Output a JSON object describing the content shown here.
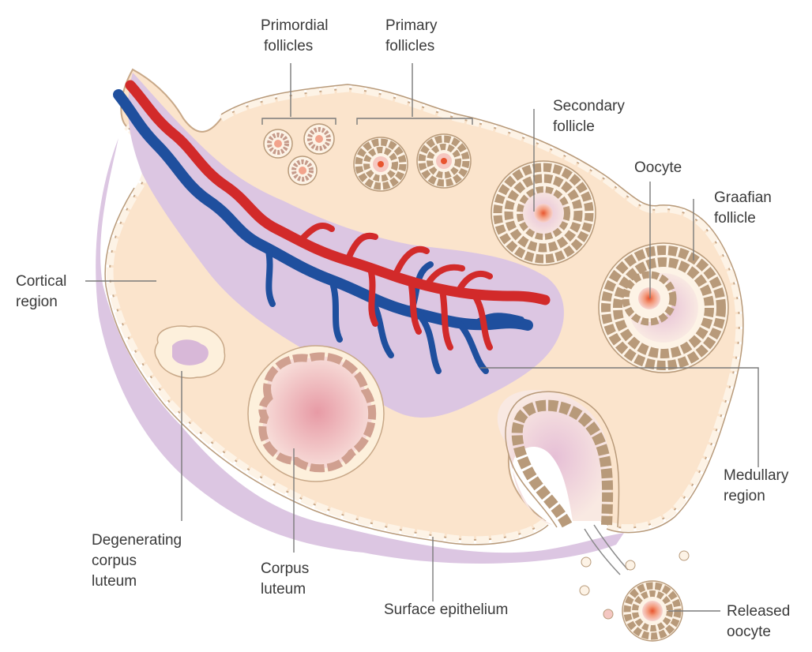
{
  "labels": {
    "primordial_1": "Primordial",
    "primordial_2": "follicles",
    "primary_1": "Primary",
    "primary_2": "follicles",
    "secondary_1": "Secondary",
    "secondary_2": "follicle",
    "oocyte": "Oocyte",
    "graafian_1": "Graafian",
    "graafian_2": "follicle",
    "cortical_1": "Cortical",
    "cortical_2": "region",
    "medullary_1": "Medullary",
    "medullary_2": "region",
    "degenerating_1": "Degenerating",
    "degenerating_2": "corpus",
    "degenerating_3": "luteum",
    "corpus_1": "Corpus",
    "corpus_2": "luteum",
    "surface": "Surface epithelium",
    "released_1": "Released",
    "released_2": "oocyte"
  },
  "colors": {
    "cortex": "#fbe4cc",
    "medulla": "#dcc6e2",
    "outline": "#b89a7a",
    "artery": "#d22a2a",
    "vein": "#1f4f9e",
    "follicle_cell": "#fdf3e6",
    "oocyte": "#e8542e"
  }
}
